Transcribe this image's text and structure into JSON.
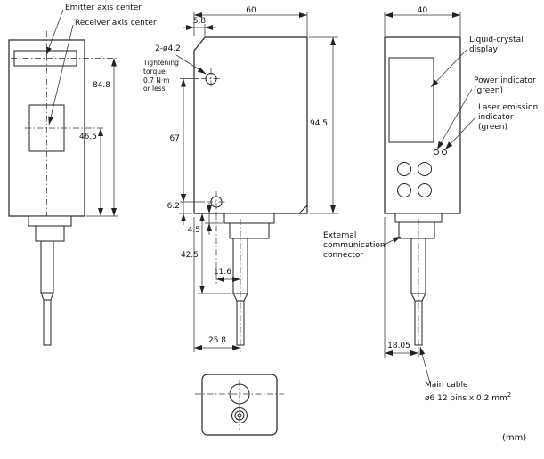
{
  "units_label": "(mm)",
  "left_view": {
    "emitter_label": "Emitter axis center",
    "receiver_label": "Receiver axis center",
    "dim_bottom_to_emitter": "84.8",
    "dim_bottom_to_receiver": "46.5"
  },
  "front_view": {
    "dim_width": "60",
    "dim_top_offset": "5.8",
    "hole_callout": "2-ø4.2",
    "torque_note": "Tightening\ntorque:\n0.7 N·m\nor less",
    "dim_hole_span": "67",
    "dim_hole_to_bottom": "6.2",
    "dim_height": "94.5",
    "dim_connector_step": "4.5",
    "dim_connector_length": "42.5",
    "dim_hole_to_cable": "11.6",
    "dim_edge_to_cable": "25.8"
  },
  "right_view": {
    "dim_width": "40",
    "lcd_label": "Liquid-crystal\ndisplay",
    "power_label": "Power indicator\n(green)",
    "laser_label": "Laser emission\nindicator\n(green)",
    "connector_label": "External\ncommunication\nconnector",
    "dim_edge_to_cable": "18.05",
    "cable_label_line1": "Main cable",
    "cable_label_line2": "ø6 12 pins x 0.2 mm",
    "cable_label_sup": "2"
  }
}
